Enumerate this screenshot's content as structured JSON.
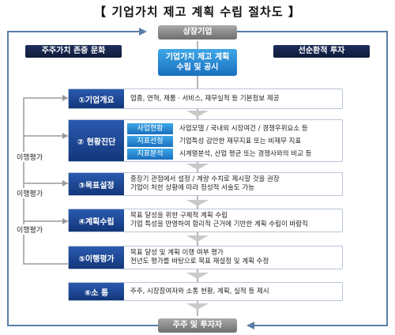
{
  "title": "【 기업가치 제고 계획 수립 절차도 】",
  "top_box": "상장기업",
  "bottom_box": "주주 및 투자자",
  "left_banner": "주주가치 존중 문화",
  "right_banner": "선순환적 투자",
  "center_box": {
    "line1": "기업가치 제고 계획",
    "line2": "수립 및 공시"
  },
  "side_label": "이행평가",
  "steps": [
    {
      "label": "①기업개요",
      "desc": [
        "업종, 연혁, 제품ㆍ서비스, 재무실적 등 기본정보 제공"
      ]
    },
    {
      "label": "② 현황진단",
      "sub": [
        {
          "tag": "사업현황",
          "text": "사업모델 / 국내외 시장여건 / 경쟁우위요소 등"
        },
        {
          "tag": "지표선정",
          "text": "기업특성 감안한 재무지표 또는 비재무 지표"
        },
        {
          "tag": "지표분석",
          "text": "시계열분석, 산업 평균 또는 경쟁사와의 비교 등"
        }
      ]
    },
    {
      "label": "③목표설정",
      "desc": [
        "중장기 관점에서 설정 / 계량 수치로 제시할 것을 권장",
        "기업이 처한 상황에 따라 정성적 서술도 가능"
      ]
    },
    {
      "label": "④계획수립",
      "desc": [
        "목표 달성을 위한 구체적 계획 수립",
        "기업 특성을 반영하여 합리적 근거에 기반한 계획 수립이 바람직"
      ]
    },
    {
      "label": "⑤이행평가",
      "desc": [
        "목표 달성 및 계획 이행 여부 평가",
        "전년도 평가를 바탕으로 목표 재설정 및 계획 수정"
      ]
    },
    {
      "label": "⑥소    통",
      "desc": [
        "주주, 시장참여자와 소통 현황, 계획, 실적 등 제시"
      ]
    }
  ]
}
